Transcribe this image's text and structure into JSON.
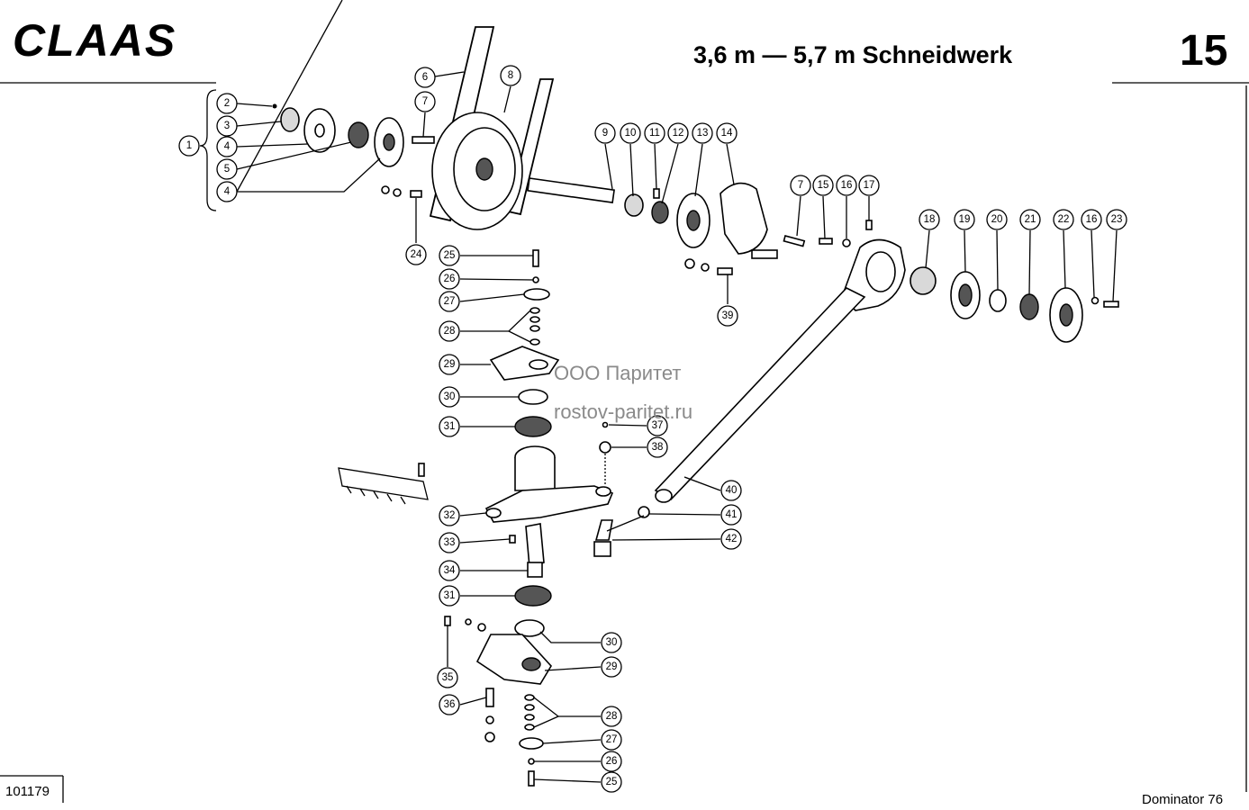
{
  "header": {
    "brand": "CLAAS",
    "title": "3,6 m — 5,7 m Schneidwerk",
    "page_number": "15"
  },
  "footer": {
    "drawing_number": "101179",
    "model": "Dominator 76"
  },
  "watermark": {
    "line1": "ООО Паритет",
    "line2": "rostov-paritet.ru"
  },
  "callouts": [
    {
      "id": "c1",
      "label": "1"
    },
    {
      "id": "c2",
      "label": "2"
    },
    {
      "id": "c3",
      "label": "3"
    },
    {
      "id": "c4a",
      "label": "4"
    },
    {
      "id": "c5",
      "label": "5"
    },
    {
      "id": "c4b",
      "label": "4"
    },
    {
      "id": "c6",
      "label": "6"
    },
    {
      "id": "c7a",
      "label": "7"
    },
    {
      "id": "c8",
      "label": "8"
    },
    {
      "id": "c24",
      "label": "24"
    },
    {
      "id": "c9",
      "label": "9"
    },
    {
      "id": "c10",
      "label": "10"
    },
    {
      "id": "c11",
      "label": "11"
    },
    {
      "id": "c12",
      "label": "12"
    },
    {
      "id": "c13",
      "label": "13"
    },
    {
      "id": "c14",
      "label": "14"
    },
    {
      "id": "c7b",
      "label": "7"
    },
    {
      "id": "c15",
      "label": "15"
    },
    {
      "id": "c16a",
      "label": "16"
    },
    {
      "id": "c17",
      "label": "17"
    },
    {
      "id": "c39",
      "label": "39"
    },
    {
      "id": "c18",
      "label": "18"
    },
    {
      "id": "c19",
      "label": "19"
    },
    {
      "id": "c20",
      "label": "20"
    },
    {
      "id": "c21",
      "label": "21"
    },
    {
      "id": "c22",
      "label": "22"
    },
    {
      "id": "c16b",
      "label": "16"
    },
    {
      "id": "c23",
      "label": "23"
    },
    {
      "id": "c25a",
      "label": "25"
    },
    {
      "id": "c26a",
      "label": "26"
    },
    {
      "id": "c27a",
      "label": "27"
    },
    {
      "id": "c28a",
      "label": "28"
    },
    {
      "id": "c29a",
      "label": "29"
    },
    {
      "id": "c30a",
      "label": "30"
    },
    {
      "id": "c31a",
      "label": "31"
    },
    {
      "id": "c37",
      "label": "37"
    },
    {
      "id": "c38",
      "label": "38"
    },
    {
      "id": "c32",
      "label": "32"
    },
    {
      "id": "c33",
      "label": "33"
    },
    {
      "id": "c34",
      "label": "34"
    },
    {
      "id": "c31b",
      "label": "31"
    },
    {
      "id": "c40",
      "label": "40"
    },
    {
      "id": "c41",
      "label": "41"
    },
    {
      "id": "c42",
      "label": "42"
    },
    {
      "id": "c30b",
      "label": "30"
    },
    {
      "id": "c29b",
      "label": "29"
    },
    {
      "id": "c35",
      "label": "35"
    },
    {
      "id": "c36",
      "label": "36"
    },
    {
      "id": "c28b",
      "label": "28"
    },
    {
      "id": "c27b",
      "label": "27"
    },
    {
      "id": "c26b",
      "label": "26"
    },
    {
      "id": "c25b",
      "label": "25"
    }
  ]
}
